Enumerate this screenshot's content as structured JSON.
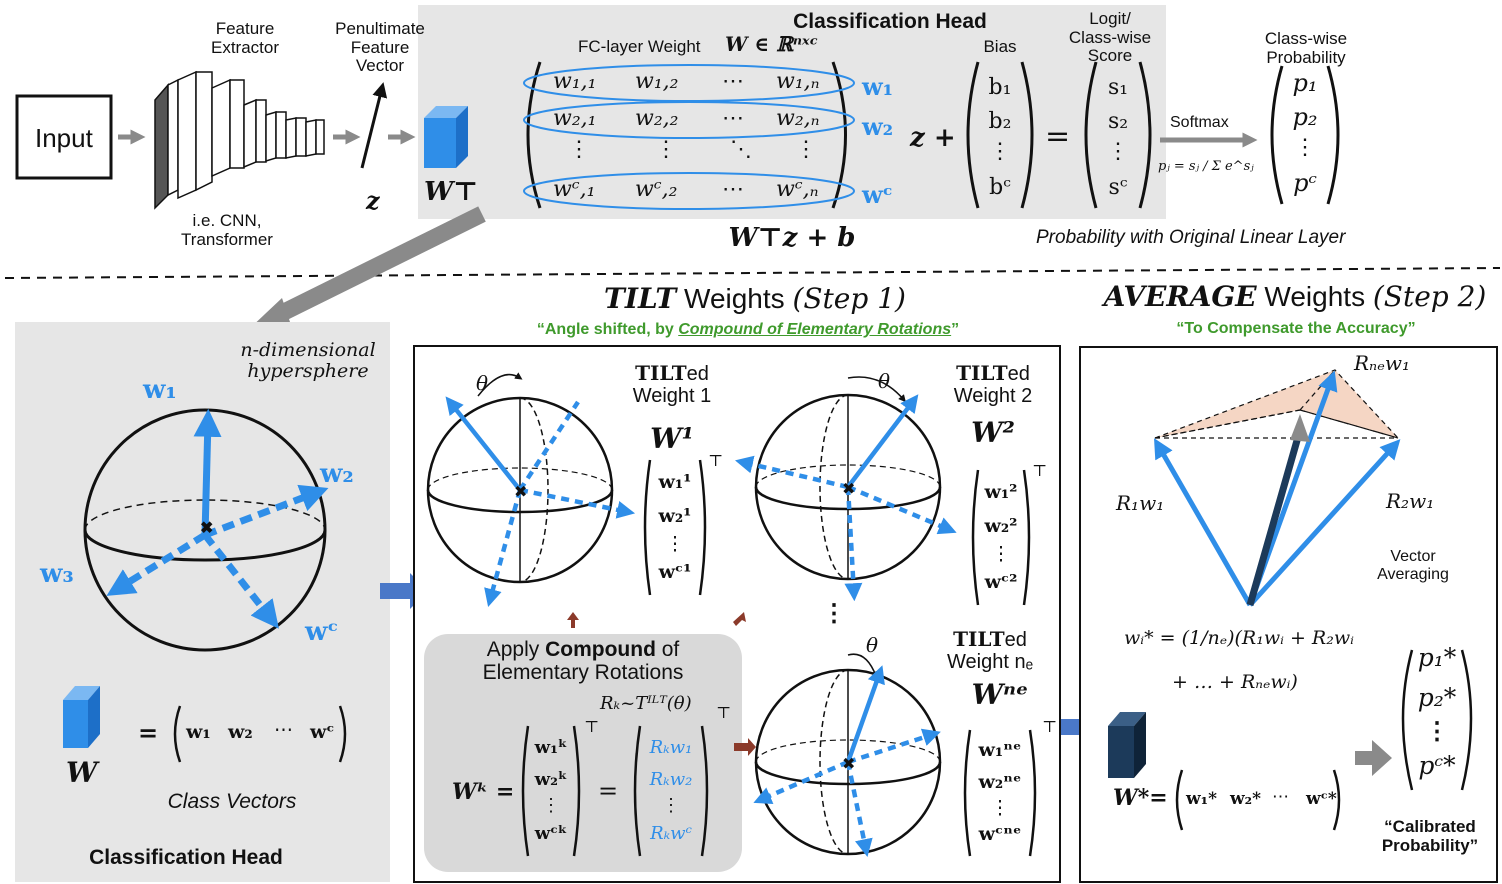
{
  "top": {
    "input": "Input",
    "feature_extractor": "Feature\nExtractor",
    "extractor_examples": "i.e. CNN,\nTransformer",
    "penultimate": "Penultimate\nFeature\nVector",
    "z": "z",
    "w_transpose": "W⊤",
    "classification_head_title": "Classification Head",
    "fc_weight": "FC-layer Weight",
    "fc_weight_math": "W ∈ ℝⁿˣᶜ",
    "bias": "Bias",
    "logit": "Logit/\nClass-wise\nScore",
    "class_prob": "Class-wise\nProbability",
    "softmax": "Softmax",
    "softmax_formula": "pⱼ = sⱼ / Σ e^sⱼ",
    "matrix_rows": [
      [
        "w₁,₁",
        "w₁,₂",
        "⋯",
        "w₁,ₙ"
      ],
      [
        "w₂,₁",
        "w₂,₂",
        "⋯",
        "w₂,ₙ"
      ],
      [
        "⋮",
        "⋮",
        "⋱",
        "⋮"
      ],
      [
        "wᶜ,₁",
        "wᶜ,₂",
        "⋯",
        "wᶜ,ₙ"
      ]
    ],
    "row_labels": [
      "w₁",
      "w₂",
      "wᶜ"
    ],
    "z_plus": "z +",
    "equals": "=",
    "bias_vec": [
      "b₁",
      "b₂",
      "⋮",
      "bᶜ"
    ],
    "score_vec": [
      "s₁",
      "s₂",
      "⋮",
      "sᶜ"
    ],
    "prob_vec": [
      "p₁",
      "p₂",
      "⋮",
      "pᶜ"
    ],
    "linear_eq": "W⊤z + b",
    "prob_caption": "Probability with Original Linear Layer"
  },
  "left_panel": {
    "hypersphere": "n-dimensional\nhypersphere",
    "w1": "w₁",
    "w2": "w₂",
    "w3": "w₃",
    "wc": "wᶜ",
    "W": "W",
    "eq": "=",
    "vec_entries": [
      "w₁",
      "w₂",
      "⋯",
      "wᶜ"
    ],
    "class_vectors": "Class Vectors",
    "title": "Classification Head"
  },
  "tilt": {
    "title_main": "TILT",
    "title_rest": " Weights ",
    "title_step": "(Step 1)",
    "subtitle_pre": "“Angle shifted, by ",
    "subtitle_link": "Compound of Elementary Rotations",
    "subtitle_post": "”",
    "theta": "θ",
    "w1_label_bold": "TILT",
    "w1_label_rest": "ed\nWeight 1",
    "w2_label_rest": "ed\nWeight 2",
    "wn_label_rest": "ed\nWeight nₑ",
    "W1": "W¹",
    "W2": "W²",
    "Wn": "Wⁿᵉ",
    "vec1": [
      "w₁¹",
      "w₂¹",
      "⋮",
      "wᶜ¹"
    ],
    "vec2": [
      "w₁²",
      "w₂²",
      "⋮",
      "wᶜ²"
    ],
    "vecn": [
      "w₁ⁿᵉ",
      "w₂ⁿᵉ",
      "⋮",
      "wᶜⁿᵉ"
    ],
    "transpose": "⊤",
    "vdots": "⋮",
    "apply_pre": "Apply ",
    "apply_bold": "Compound",
    "apply_post": " of\nElementary Rotations",
    "rk_dist": "Rₖ~Tᴵᴸᵀ(θ)",
    "Wk": "Wᵏ =",
    "veck": [
      "w₁ᵏ",
      "w₂ᵏ",
      "⋮",
      "wᶜᵏ"
    ],
    "eq": "=",
    "rk_vec": [
      "Rₖw₁",
      "Rₖw₂",
      "⋮",
      "Rₖwᶜ"
    ]
  },
  "average": {
    "title_main": "AVERAGE",
    "title_rest": " Weights ",
    "title_step": "(Step 2)",
    "subtitle": "“To Compensate the Accuracy”",
    "rne_w1": "Rₙₑw₁",
    "r1_w1": "R₁w₁",
    "r2_w1": "R₂w₁",
    "vector_averaging": "Vector\nAveraging",
    "formula_line1": "wᵢ* = (1/nₑ)(R₁wᵢ + R₂wᵢ",
    "formula_line2": "+ … + Rₙₑwᵢ)",
    "Wstar": "W*=",
    "star_vec": [
      "w₁*",
      "w₂*",
      "⋯",
      "wᶜ*"
    ],
    "pstar_vec": [
      "p₁*",
      "p₂*",
      "⋮",
      "pᶜ*"
    ],
    "calibrated": "“Calibrated\nProbability”"
  },
  "colors": {
    "blue": "#2f8ee8",
    "green": "#3f9a2c",
    "panel_gray": "#e6e6e6",
    "arrow_gray": "#8a8a8a",
    "cube_dark": "#1c3a5a",
    "peach": "#f5d6c4",
    "rotation_arrow": "#8b3a2a",
    "panel_arrow": "#4a78c8"
  }
}
